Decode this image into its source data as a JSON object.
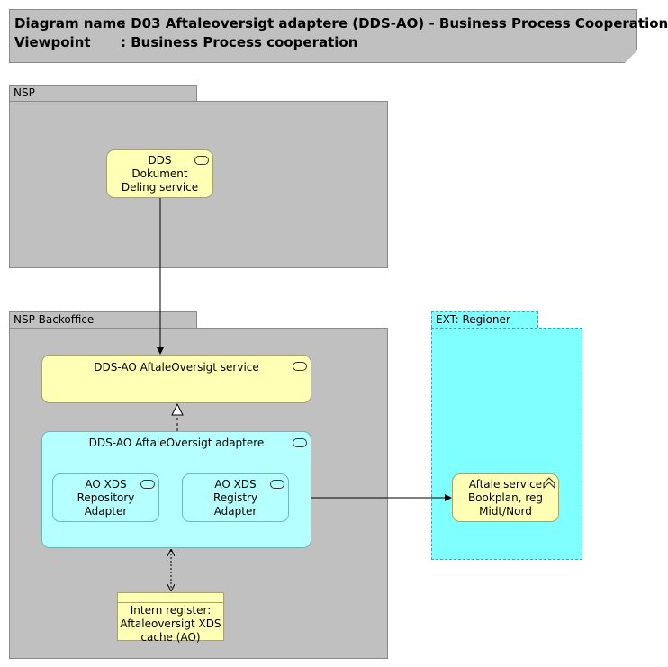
{
  "header": {
    "diagram_name_key": "Diagram name",
    "diagram_name_value": ": D03 Aftaleoversigt adaptere (DDS-AO) - Business Process Cooperation",
    "viewpoint_key": "Viewpoint",
    "viewpoint_value": ": Business Process cooperation"
  },
  "groups": {
    "nsp": "NSP",
    "nsp_backoffice": "NSP Backoffice",
    "ext_regioner": "EXT: Regioner"
  },
  "elements": {
    "dds_service": [
      "DDS",
      "Dokument",
      "Deling service"
    ],
    "ao_service": "DDS-AO AftaleOversigt service",
    "ao_adaptere": "DDS-AO AftaleOversigt adaptere",
    "repo_adapter": [
      "AO XDS",
      "Repository",
      "Adapter"
    ],
    "registry_adapter": [
      "AO XDS",
      "Registry",
      "Adapter"
    ],
    "aftale_service": [
      "Aftale service",
      "Bookplan, reg",
      "Midt/Nord"
    ],
    "intern_register": [
      "Intern register:",
      "Aftaleoversigt XDS",
      "cache (AO)"
    ]
  },
  "icons": {
    "service": "rounded-pill-icon",
    "interface": "chevron-up-icon"
  },
  "colors": {
    "group_grey": "#c0c0c0",
    "service_yellow": "#ffffb5",
    "application_cyan": "#b5ffff",
    "external_cyan": "#7fffff"
  }
}
